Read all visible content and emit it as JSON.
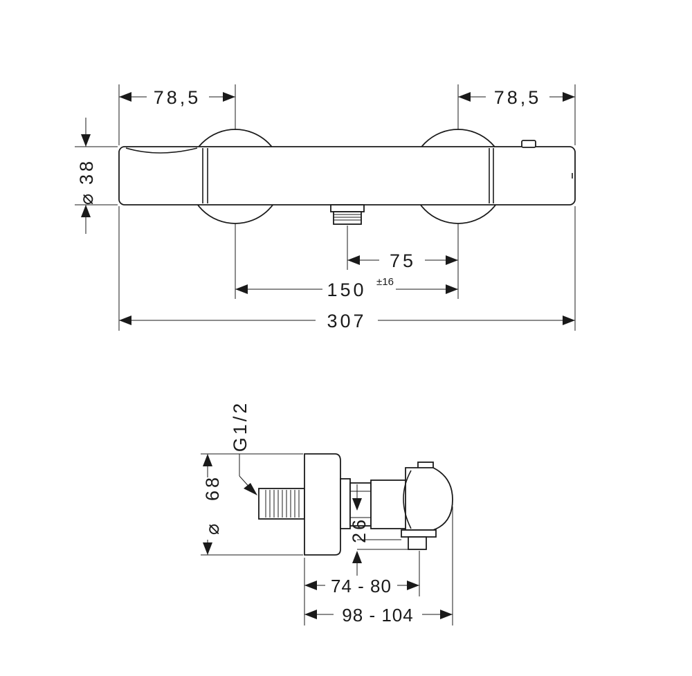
{
  "front_view": {
    "left_offset": "78,5",
    "right_offset": "78,5",
    "diameter_symbol": "⌀",
    "diameter": "38",
    "outlet_to_inlet": "75",
    "inlet_spacing": "150",
    "inlet_spacing_tolerance": "±16",
    "overall_length": "307"
  },
  "side_view": {
    "thread": "G1/2",
    "diameter_symbol": "⌀",
    "rosette_diameter": "68",
    "outlet_height": "26",
    "projection_outlet": "74 - 80",
    "projection_total": "98 - 104"
  }
}
